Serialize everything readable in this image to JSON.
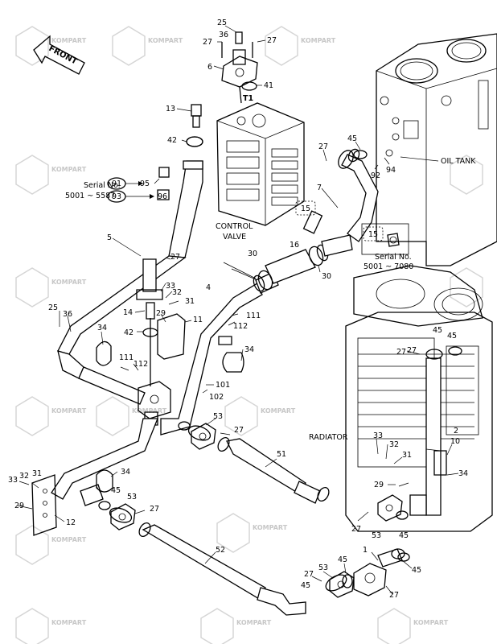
{
  "watermark": "KOMPART",
  "direction_label": "FRONT",
  "components": {
    "control_valve_line1": "CONTROL",
    "control_valve_line2": "VALVE",
    "oil_tank": "OIL TANK",
    "radiator": "RADIATOR",
    "port_t1": "T1"
  },
  "serial_notes": {
    "left": {
      "prefix": "Serial No.",
      "range": "5001 ~ 5587"
    },
    "right": {
      "prefix": "Serial No.",
      "range": "5001 ~ 7080"
    }
  },
  "callouts": [
    {
      "id": "c25a",
      "text": "25"
    },
    {
      "id": "c36a",
      "text": "36"
    },
    {
      "id": "c27a",
      "text": "27"
    },
    {
      "id": "c27b",
      "text": "27"
    },
    {
      "id": "c6",
      "text": "6"
    },
    {
      "id": "c41",
      "text": "41"
    },
    {
      "id": "c13",
      "text": "13"
    },
    {
      "id": "c42a",
      "text": "42"
    },
    {
      "id": "c91",
      "text": "91"
    },
    {
      "id": "c95",
      "text": "95"
    },
    {
      "id": "c93",
      "text": "93"
    },
    {
      "id": "c96",
      "text": "96"
    },
    {
      "id": "c5",
      "text": "5"
    },
    {
      "id": "c27c",
      "text": "27"
    },
    {
      "id": "c33a",
      "text": "33"
    },
    {
      "id": "c32a",
      "text": "32"
    },
    {
      "id": "c31a",
      "text": "31"
    },
    {
      "id": "c14",
      "text": "14"
    },
    {
      "id": "c29a",
      "text": "29"
    },
    {
      "id": "c25b",
      "text": "25"
    },
    {
      "id": "c36b",
      "text": "36"
    },
    {
      "id": "c42b",
      "text": "42"
    },
    {
      "id": "c11",
      "text": "11"
    },
    {
      "id": "c34a",
      "text": "34"
    },
    {
      "id": "c111a",
      "text": "111"
    },
    {
      "id": "c112a",
      "text": "112"
    },
    {
      "id": "c4",
      "text": "4"
    },
    {
      "id": "c111b",
      "text": "111"
    },
    {
      "id": "c112b",
      "text": "112"
    },
    {
      "id": "c34b",
      "text": "34"
    },
    {
      "id": "c101",
      "text": "101"
    },
    {
      "id": "c102",
      "text": "102"
    },
    {
      "id": "c16",
      "text": "16"
    },
    {
      "id": "c30a",
      "text": "30"
    },
    {
      "id": "c30b",
      "text": "30"
    },
    {
      "id": "c15a",
      "text": "15"
    },
    {
      "id": "c15b",
      "text": "15"
    },
    {
      "id": "c7",
      "text": "7"
    },
    {
      "id": "c45a",
      "text": "45"
    },
    {
      "id": "c27d",
      "text": "27"
    },
    {
      "id": "c92",
      "text": "92"
    },
    {
      "id": "c94",
      "text": "94"
    },
    {
      "id": "c45b",
      "text": "45"
    },
    {
      "id": "c27e",
      "text": "27"
    },
    {
      "id": "c53a",
      "text": "53"
    },
    {
      "id": "c27f",
      "text": "27"
    },
    {
      "id": "c51",
      "text": "51"
    },
    {
      "id": "c33b",
      "text": "33"
    },
    {
      "id": "c32b",
      "text": "32"
    },
    {
      "id": "c31b",
      "text": "31"
    },
    {
      "id": "c2",
      "text": "2"
    },
    {
      "id": "c10",
      "text": "10"
    },
    {
      "id": "c34c",
      "text": "34"
    },
    {
      "id": "c29b",
      "text": "29"
    },
    {
      "id": "c33c",
      "text": "33"
    },
    {
      "id": "c32c",
      "text": "32"
    },
    {
      "id": "c31c",
      "text": "31"
    },
    {
      "id": "c29c",
      "text": "29"
    },
    {
      "id": "c12",
      "text": "12"
    },
    {
      "id": "c34d",
      "text": "34"
    },
    {
      "id": "c45c",
      "text": "45"
    },
    {
      "id": "c53b",
      "text": "53"
    },
    {
      "id": "c27g",
      "text": "27"
    },
    {
      "id": "c52",
      "text": "52"
    },
    {
      "id": "c27h",
      "text": "27"
    },
    {
      "id": "c53c",
      "text": "53"
    },
    {
      "id": "c45d",
      "text": "45"
    },
    {
      "id": "c1",
      "text": "1"
    },
    {
      "id": "c45e",
      "text": "45"
    },
    {
      "id": "c27i",
      "text": "27"
    },
    {
      "id": "c53d",
      "text": "53"
    },
    {
      "id": "c45f",
      "text": "45"
    },
    {
      "id": "c27j",
      "text": "27"
    },
    {
      "id": "c45g",
      "text": "45"
    },
    {
      "id": "c27k",
      "text": "27"
    },
    {
      "id": "c45h",
      "text": "45"
    }
  ]
}
